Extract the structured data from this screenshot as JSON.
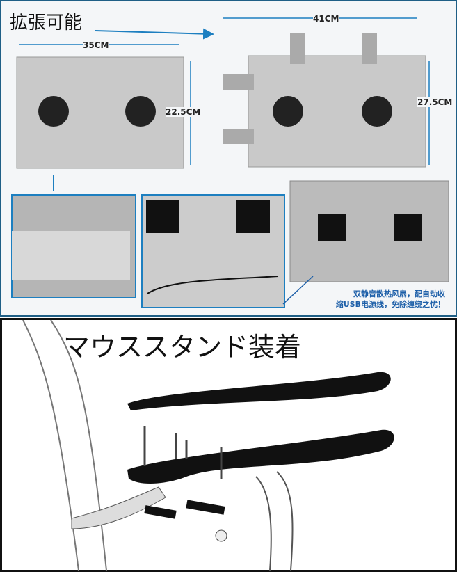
{
  "top": {
    "title": "拡張可能",
    "dims": {
      "width_small": "35CM",
      "height_small": "22.5CM",
      "width_large": "41CM",
      "height_large": "27.5CM"
    },
    "note_line1": "双静音散热风扇，配自动收",
    "note_line2": "缩USB电源线，免除缠绕之忧！"
  },
  "bottom": {
    "title": "マウススタンド装着"
  },
  "colors": {
    "frame": "#1f5f86",
    "arrow": "#1d7fc0",
    "plate": "#c8c8c8"
  }
}
